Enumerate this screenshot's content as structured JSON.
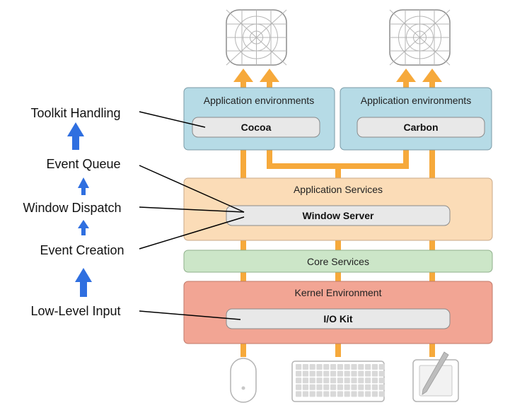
{
  "stages": [
    {
      "label": "Toolkit Handling"
    },
    {
      "label": "Event Queue"
    },
    {
      "label": "Window Dispatch"
    },
    {
      "label": "Event Creation"
    },
    {
      "label": "Low-Level Input"
    }
  ],
  "app_env_left": {
    "title": "Application environments",
    "component": "Cocoa"
  },
  "app_env_right": {
    "title": "Application environments",
    "component": "Carbon"
  },
  "app_services": {
    "title": "Application Services",
    "component": "Window Server"
  },
  "core_services": {
    "title": "Core Services"
  },
  "kernel": {
    "title": "Kernel Environment",
    "component": "I/O Kit"
  },
  "colors": {
    "app_env": "#b6dbe6",
    "app_services": "#fbdcb7",
    "core_services": "#cce6c8",
    "kernel": "#f2a594",
    "pill": "#e8e8e8",
    "flow": "#f6a93b",
    "stage_arrow": "#2f6fe0"
  },
  "icons": [
    "app-icon-placeholder",
    "app-icon-placeholder",
    "mouse-icon",
    "keyboard-icon",
    "graphics-tablet-icon"
  ]
}
